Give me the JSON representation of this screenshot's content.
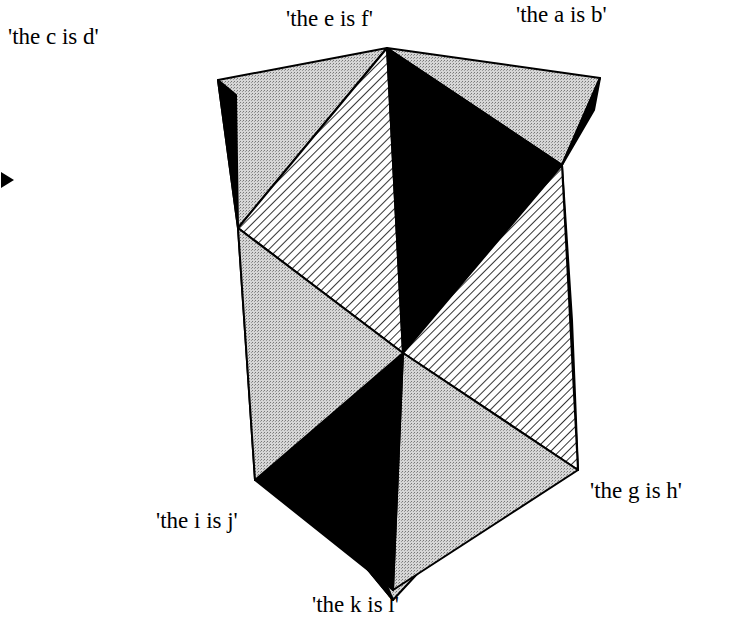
{
  "diagram": {
    "labels": [
      "'the c is d'",
      "'the e is f'",
      "'the a is b'",
      "'the i is j'",
      "'the g is h'",
      "'the k is l'"
    ]
  }
}
